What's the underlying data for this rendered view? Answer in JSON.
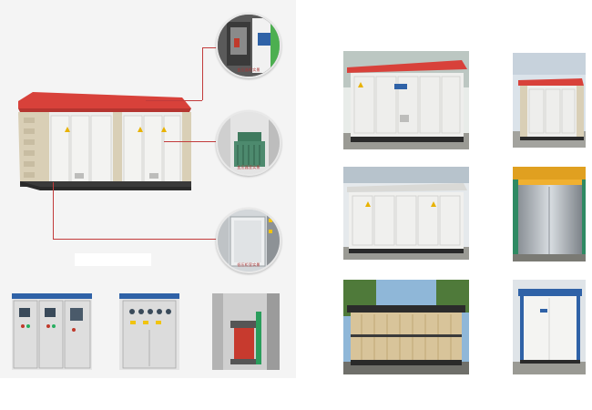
{
  "callouts": [
    {
      "caption": "变压器柜实景"
    },
    {
      "caption": "变压器室实景"
    },
    {
      "caption": "低压柜室实景"
    }
  ],
  "main_product": {
    "rear_label": ""
  },
  "colors": {
    "roof_red": "#d8413a",
    "housing_white": "#eeeeec",
    "stone_beige": "#d9cfb6",
    "switchgear_blue": "#2f62a7",
    "transformer_green": "#4d8a6e",
    "transformer_red": "#c73a2e",
    "callout_line": "#c23b3b",
    "left_panel_bg": "#f4f4f4"
  },
  "gallery": [
    {
      "name": "red-roof-substation"
    },
    {
      "name": "stone-corner-substation"
    },
    {
      "name": "white-panel-substation"
    },
    {
      "name": "stainless-steel-substation"
    },
    {
      "name": "wood-grain-substation"
    },
    {
      "name": "blue-frame-substation"
    }
  ]
}
